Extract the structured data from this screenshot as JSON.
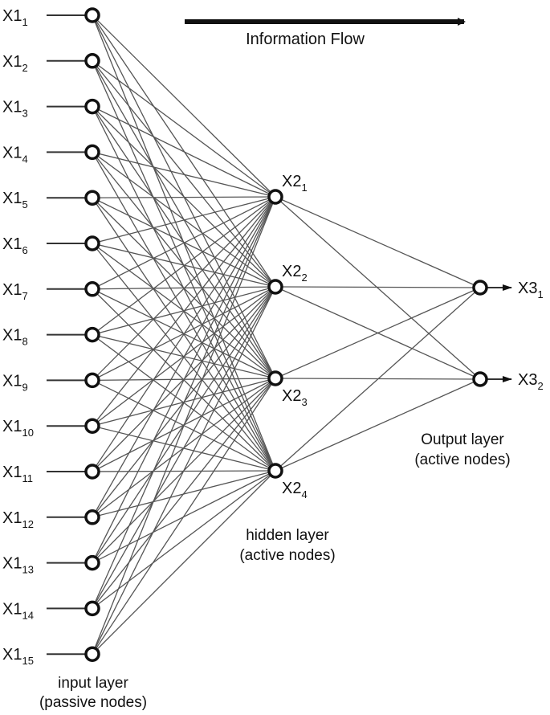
{
  "flow_label": "Information Flow",
  "captions": {
    "input": [
      "input layer",
      "(passive nodes)"
    ],
    "hidden": [
      "hidden layer",
      "(active nodes)"
    ],
    "output": [
      "Output layer",
      "(active nodes)"
    ]
  },
  "layers": {
    "input": [
      {
        "base": "X1",
        "sub": "1"
      },
      {
        "base": "X1",
        "sub": "2"
      },
      {
        "base": "X1",
        "sub": "3"
      },
      {
        "base": "X1",
        "sub": "4"
      },
      {
        "base": "X1",
        "sub": "5"
      },
      {
        "base": "X1",
        "sub": "6"
      },
      {
        "base": "X1",
        "sub": "7"
      },
      {
        "base": "X1",
        "sub": "8"
      },
      {
        "base": "X1",
        "sub": "9"
      },
      {
        "base": "X1",
        "sub": "10"
      },
      {
        "base": "X1",
        "sub": "11"
      },
      {
        "base": "X1",
        "sub": "12"
      },
      {
        "base": "X1",
        "sub": "13"
      },
      {
        "base": "X1",
        "sub": "14"
      },
      {
        "base": "X1",
        "sub": "15"
      }
    ],
    "hidden": [
      {
        "base": "X2",
        "sub": "1"
      },
      {
        "base": "X2",
        "sub": "2"
      },
      {
        "base": "X2",
        "sub": "3"
      },
      {
        "base": "X2",
        "sub": "4"
      }
    ],
    "output": [
      {
        "base": "X3",
        "sub": "1"
      },
      {
        "base": "X3",
        "sub": "2"
      }
    ]
  },
  "connectivity": "fully-connected"
}
